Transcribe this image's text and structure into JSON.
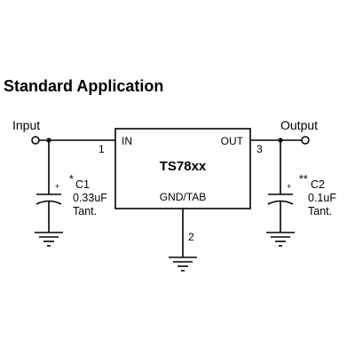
{
  "title": "Standard Application",
  "input_label": "Input",
  "output_label": "Output",
  "chip": {
    "name": "TS78xx",
    "pin_in_label": "IN",
    "pin_out_label": "OUT",
    "pin_gnd_label": "GND/TAB",
    "pin_in_number": "1",
    "pin_out_number": "3",
    "pin_gnd_number": "2"
  },
  "c1": {
    "mark": "*",
    "name": "C1",
    "value": "0.33uF",
    "type": "Tant.",
    "polarity": "+"
  },
  "c2": {
    "mark": "**",
    "name": "C2",
    "value": "0.1uF",
    "type": "Tant.",
    "polarity": "+"
  }
}
